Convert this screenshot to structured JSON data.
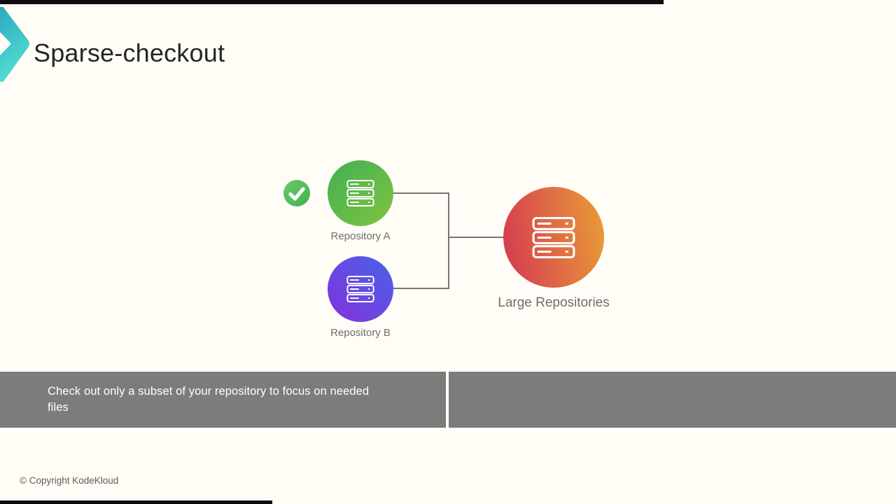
{
  "header": {
    "title": "Sparse-checkout"
  },
  "logo": {
    "name": "kodekloud-chevron",
    "color_top": "#2ba9bf",
    "color_bottom": "#53dfd2"
  },
  "diagram": {
    "badge": {
      "icon": "checkmark",
      "color": "#54bf59"
    },
    "nodes": [
      {
        "id": "repo-a",
        "label": "Repository A",
        "icon": "server-stack",
        "gradient_start": "#3fb054",
        "gradient_end": "#82c33f"
      },
      {
        "id": "repo-b",
        "label": "Repository B",
        "icon": "server-stack",
        "gradient_start": "#4763e9",
        "gradient_end": "#8531db"
      },
      {
        "id": "large-repos",
        "label": "Large Repositories",
        "icon": "server-stack",
        "gradient_start": "#d6414f",
        "gradient_end": "#e89a38"
      }
    ],
    "connector_color": "#757575",
    "label_color": "#6e6e6e"
  },
  "caption_bar": {
    "text": "Check out only a subset of your repository to focus on needed files",
    "background": "#7c7c7c",
    "text_color": "#ffffff"
  },
  "footer": {
    "copyright": "© Copyright KodeKloud"
  }
}
